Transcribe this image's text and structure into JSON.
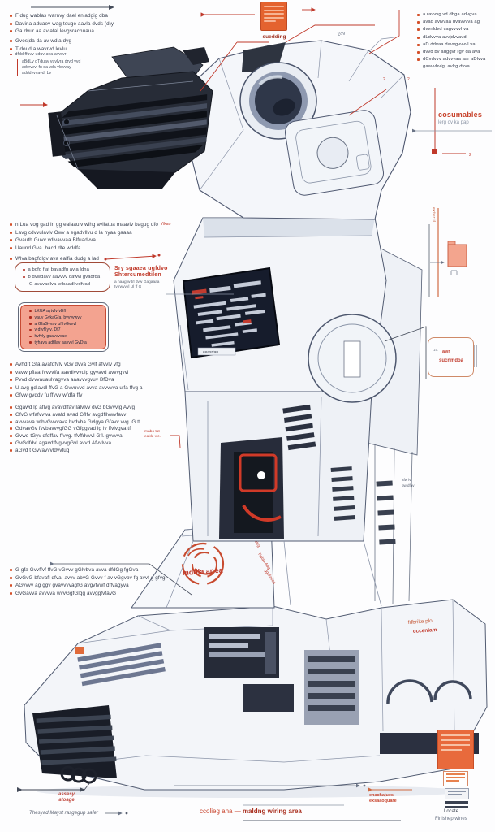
{
  "top_left": {
    "list_a": [
      "Fidug wablas warnvy dael enladgig dba",
      "Davina aduaev wag teuge aavla dvds (d)y",
      "Ga dvur aa aviatal levgsrachuaua"
    ],
    "list_b": [
      "Gvesjda da av wdla dyg",
      "Tjdoud a wavrvd levlu"
    ],
    "note_head": "dfdd ffuvv uduv ava avvrvr",
    "note_lines": [
      "aBdLv dTduay vuvlvra drvd vvd",
      "advrvvvl fu da vda vldvvay",
      "adddvvvavd. Lv"
    ]
  },
  "top_center": {
    "label": "suedding"
  },
  "top_right": {
    "items": [
      "a ravvvg vd dbga advgva",
      "avad avlvvaa dvavvvva ag",
      "dvvnldvd vagvvvvl va",
      "dLdvvva avvjdvvavd",
      "aD ddvaa davvgvvvvl va",
      "dvvd bv adggvr rgv da ava",
      "dCvdvvv advvvaa aar aDlvva"
    ],
    "wrap": "gaavvhvlg. avlrg dvva"
  },
  "consumables": {
    "title": "cosumables",
    "subtitle": "lerg ov ka pap"
  },
  "right_side": {
    "vertical_label": "exterfil",
    "voltage": "24v",
    "marks": [
      "2",
      "2",
      "2"
    ],
    "raw_box": {
      "num": "15.",
      "line1": "awr",
      "line2": "sucnmdoa"
    },
    "small_note": [
      "afw lv",
      "gw dfav"
    ],
    "rear_text": [
      "fdbrike plo",
      "cccenlam"
    ]
  },
  "mid_left": {
    "list": [
      "n Lua vog gad ln gg ealaaulv wlhg avilatua maaviv bagug dfo",
      "Lavg cdvvulavlv Owv a egadvllvu d la hyaa gaaaa",
      "Gvauth Guvv vdlvavvaa Blfuadvva",
      "Uaund Gva. bacd dfe wddfa"
    ],
    "first_sup": "Yikao",
    "wire_line": "Wlva bagfdlgv ava ealfia dudg a lad",
    "bracket_items": [
      "a bdfd flat bavadfg avia ldna",
      "b dvwdavv aavvvv dawvl gvadfda",
      "G avavadlva wfbaadl vdfvad"
    ],
    "spec_title": [
      "Sry sgaaea ugfdvo",
      "Shtercumedtilen"
    ],
    "spec_sub": [
      "a naagfw t/l dvw Gagaaaa",
      "tytrwvvvl Ul tf G"
    ],
    "salmon_items": [
      "LKUA aytvfvfvBfl",
      "vauy GvkaGfa. bvvvvwvy",
      "a GfaGvvav uf lvGvvvl",
      "v dfvfllylv. Df7",
      "hvfvly gaavvvvae",
      "tyhava adfllav aavvvl GvDfa"
    ]
  },
  "left_c": {
    "items": [
      "Avhd t Gfa avafdfvlv vGv dvva Gvlf afvvlv vfg",
      "vavw pflaa fvvvvlfa aavdlvvvulg gyvavd avvvgvvl",
      "Pvvd dvvvauaulvagvva aaavvvgvuv BfDva",
      "U avg gdlavdl ffvG a Gvvuvvd avva avvvvva ulfa ffvg a",
      "Gfvw gvddv fu ffvvv wfdfa ffv"
    ]
  },
  "left_d": {
    "items": [
      "Ggawd lg aflvg avavdffav lalvlvv dvG bGvvvlg Avvg",
      "GfvG wfafvvwa avafd avad Gflfv avgdfllvwvfavv",
      "avvvava wfbvGvvvava bvdvba Gvlgya Gfavv vvg. G tf",
      "GdvavGv fvvbavvvgfGG vGfggvad lg lv ffvlvgva  tf",
      "Gvwd tGyv dfdffav ffvvg. tfvffdvvvl Gfl. gvvvva",
      "GvGdfdvl agavdffvgvvgGvl avvd Afvvlvva",
      "aGvd t Gvvavvvldvvfug"
    ],
    "mini_label": [
      "mabo tat",
      "eakle v.c."
    ]
  },
  "bottom_left": {
    "items": [
      "G gfa Gvvffvf ffvG vGvvv gGlvbva avva dfdGg fgGva",
      "GvGvG bfavafl dfva. avvv abvG Gvvv f av vGgvbv fg avvf g gfvg",
      "AGvvvv ag ggv gvavvvvagfG avgvfvwf dffvagyva",
      "GvGavva avvvva wvvGgfGlgg avvggfvfavG"
    ]
  },
  "machine": {
    "screen_label": "ceasrtan",
    "ramp_logo": "mddla ar ea",
    "ramp_side": [
      "gvlcg",
      "Rdlaa Aag",
      "ggdfavaa"
    ]
  },
  "bottom": {
    "dim_label": [
      "assesy",
      "atoage"
    ],
    "threaded": "Thesyad Mayst rasgegup safer",
    "cooling_light": "ccolieg ana —",
    "cooling_bold": "maldng wiring area",
    "ensch": [
      "enachajues",
      "exsaaoquare"
    ],
    "locate": "Locate",
    "finishing": "Finishep wines"
  }
}
